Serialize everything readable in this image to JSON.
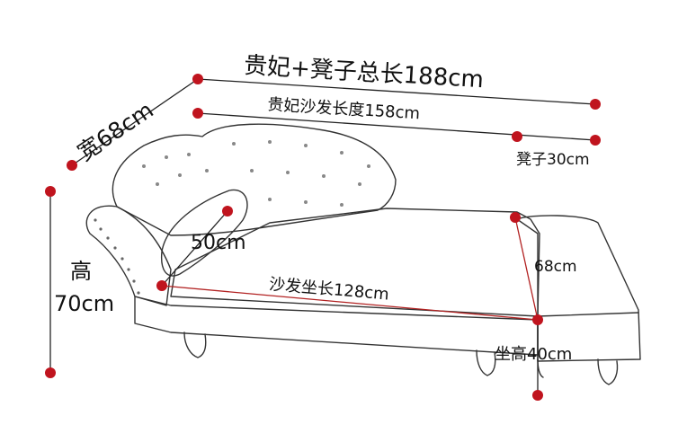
{
  "colors": {
    "line": "#222222",
    "dimension_line": "#b22222",
    "dot": "#c0141e",
    "outline": "#333333"
  },
  "labels": {
    "total_length": "贵妃+凳子总长188cm",
    "width": "宽68cm",
    "chaise_length": "贵妃沙发长度158cm",
    "stool": "凳子30cm",
    "height_char": "高",
    "height_value": "70cm",
    "pillow": "50cm",
    "stool_depth": "68cm",
    "seat_length": "沙发坐长128cm",
    "seat_height": "坐高40cm"
  }
}
